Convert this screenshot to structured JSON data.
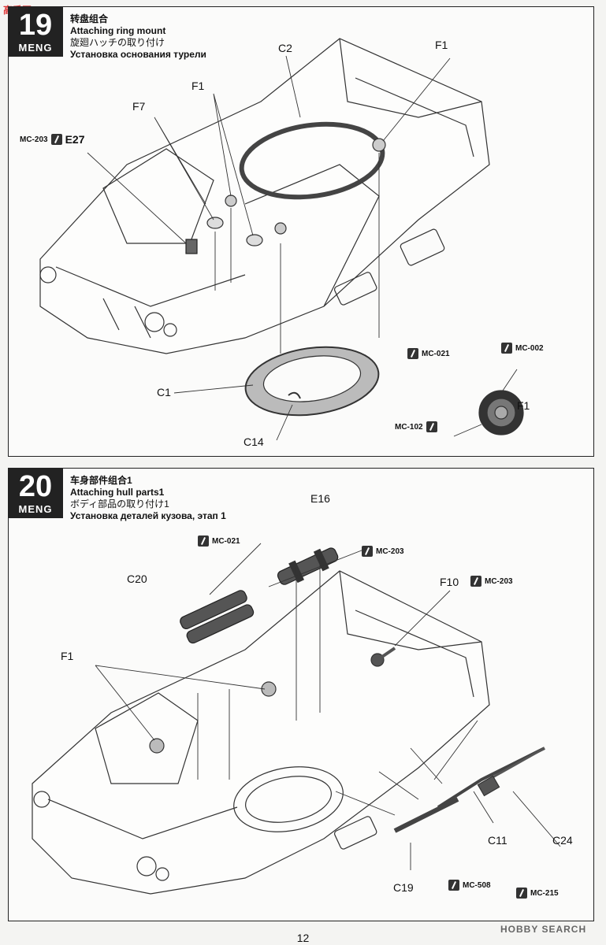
{
  "watermark_top": "高手网",
  "watermark_bottom": "HOBBY SEARCH",
  "page_number": "12",
  "brand": "MENG",
  "step19": {
    "number": "19",
    "title_zh": "转盘组合",
    "title_en": "Attaching ring mount",
    "title_ja": "旋廻ハッチの取り付け",
    "title_ru": "Установка основания турели",
    "parts": {
      "c2": "C2",
      "f1a": "F1",
      "f1b": "F1",
      "f7": "F7",
      "e27": "E27",
      "c1": "C1",
      "c14": "C14",
      "f1c": "F1"
    },
    "paints": {
      "p1": "MC-203",
      "p2": "MC-021",
      "p3": "MC-002",
      "p4": "MC-102"
    }
  },
  "step20": {
    "number": "20",
    "title_zh": "车身部件组合1",
    "title_en": "Attaching hull parts1",
    "title_ja": "ボディ部品の取り付け1",
    "title_ru": "Установка деталей кузова, этап 1",
    "parts": {
      "e16": "E16",
      "c20": "C20",
      "f10": "F10",
      "f1": "F1",
      "c11": "C11",
      "c24": "C24",
      "c19": "C19"
    },
    "paints": {
      "p1": "MC-021",
      "p2": "MC-203",
      "p3": "MC-203",
      "p4": "MC-508",
      "p5": "MC-215"
    }
  }
}
